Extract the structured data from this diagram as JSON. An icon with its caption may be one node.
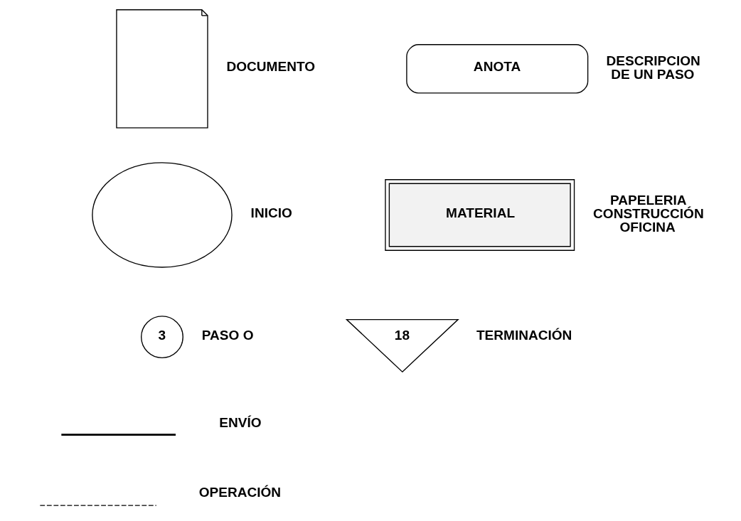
{
  "diagram": {
    "nodes": [
      {
        "text": [],
        "shape": "document",
        "beside": [
          "DOCUMENTO"
        ]
      },
      {
        "text": [
          "ANOTA"
        ],
        "beside": [
          "DESCRIPCION DE UN PASO"
        ]
      },
      {
        "text": [],
        "shape": "ellipse",
        "beside": [
          "INICIO"
        ]
      },
      {
        "text": [
          "MATERIAL"
        ],
        "beside": [
          "PAPELERIA CONSTRUCCIÓN OFICINA"
        ]
      },
      {
        "text": [
          "3"
        ],
        "beside": [
          "PASO O"
        ]
      },
      {
        "text": [
          "18"
        ],
        "beside": [
          "TERMINACIÓN"
        ]
      }
    ],
    "edges": [],
    "legend": [
      {
        "text": "ENVÍO"
      },
      {
        "text": "OPERACIÓN"
      }
    ]
  }
}
